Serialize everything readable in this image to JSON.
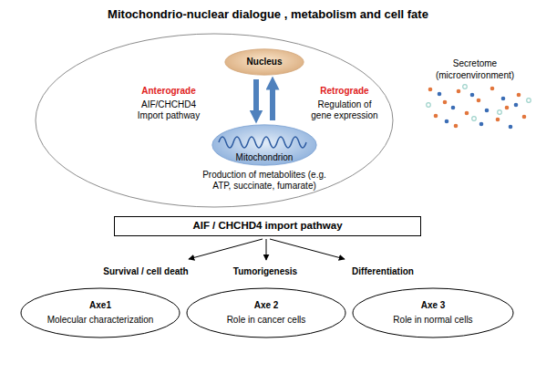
{
  "diagram": {
    "title": "Mitochondrio-nuclear dialogue , metabolism and cell fate",
    "nodes": [
      {
        "text": [
          "Anterograde",
          "AIF/CHCHD4 Import pathway",
          "Retrograde",
          "Regulation of gene expression"
        ]
      },
      {
        "text": [
          "Nucleus"
        ],
        "in": 0
      },
      {
        "text": [
          "Mitochondrion",
          "Production of metabolites (e.g. ATP, succinate, fumarate)"
        ],
        "in": 0
      },
      {
        "text": [
          "AIF / CHCHD4 import pathway"
        ]
      },
      {
        "text": [
          "Axe1",
          "Molecular characterization"
        ]
      },
      {
        "text": [
          "Axe 2",
          "Role in cancer cells"
        ]
      },
      {
        "text": [
          "Axe 3",
          "Role in normal cells"
        ]
      }
    ],
    "edges": [
      {
        "from": 1,
        "to": 2,
        "arrow": "to"
      },
      {
        "from": 2,
        "to": 1,
        "arrow": "to"
      }
    ],
    "labels": [
      "Secretome (microenvironment)",
      "Survival / cell death",
      "Tumorigenesis",
      "Differentiation"
    ]
  }
}
